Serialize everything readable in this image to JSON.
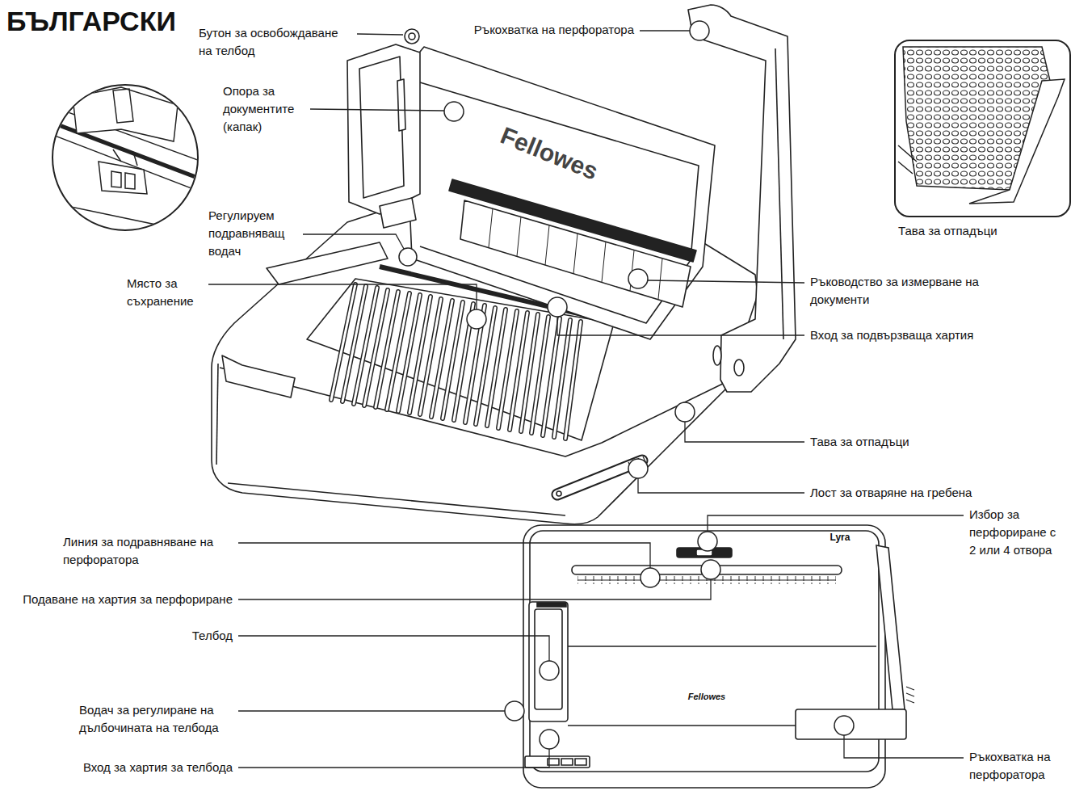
{
  "diagram": {
    "title": "БЪЛГАРСКИ",
    "labels": [
      "Бутон за освобождаване на телбод",
      "Ръкохватка на перфоратора",
      "Опора за документите (капак)",
      "Fellowes",
      "Регулируем подравняващ водач",
      "Място за съхранение",
      "Тава за отпадъци",
      "Ръководство за измерване на документи",
      "Вход за подвързваща хартия",
      "Тава за отпадъци",
      "Лост за отваряне на гребена",
      "Избор за перфориране с 2 или 4 отвора",
      "Lyra",
      "Линия за подравняване на перфоратора",
      "Подаване на хартия за перфориране",
      "Телбод",
      "Fellowes",
      "Водач за регулиране на дълбочината на телбода",
      "Вход за хартия за телбода",
      "Ръкохватка на перфоратора"
    ]
  }
}
